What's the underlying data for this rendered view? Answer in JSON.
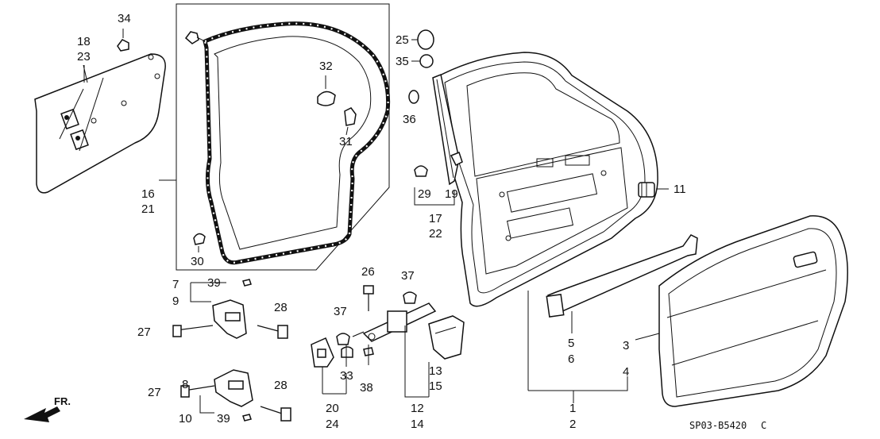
{
  "callouts": {
    "p34": "34",
    "p18": "18",
    "p23": "23",
    "p16": "16",
    "p21": "21",
    "p32": "32",
    "p31": "31",
    "p30": "30",
    "p25": "25",
    "p35": "35",
    "p36": "36",
    "p29": "29",
    "p19": "19",
    "p17": "17",
    "p22": "22",
    "p11": "11",
    "p7": "7",
    "p9": "9",
    "p39a": "39",
    "p28a": "28",
    "p27a": "27",
    "p26": "26",
    "p37a": "37",
    "p37b": "37",
    "p33": "33",
    "p38": "38",
    "p13": "13",
    "p15": "15",
    "p5": "5",
    "p6": "6",
    "p3": "3",
    "p4": "4",
    "p27b": "27",
    "p8": "8",
    "p10": "10",
    "p39b": "39",
    "p28b": "28",
    "p20": "20",
    "p24": "24",
    "p12": "12",
    "p14": "14",
    "p1": "1",
    "p2": "2"
  },
  "direction_label": "FR.",
  "diagram_code": "SP03-B5420",
  "diagram_code_suffix": "C"
}
